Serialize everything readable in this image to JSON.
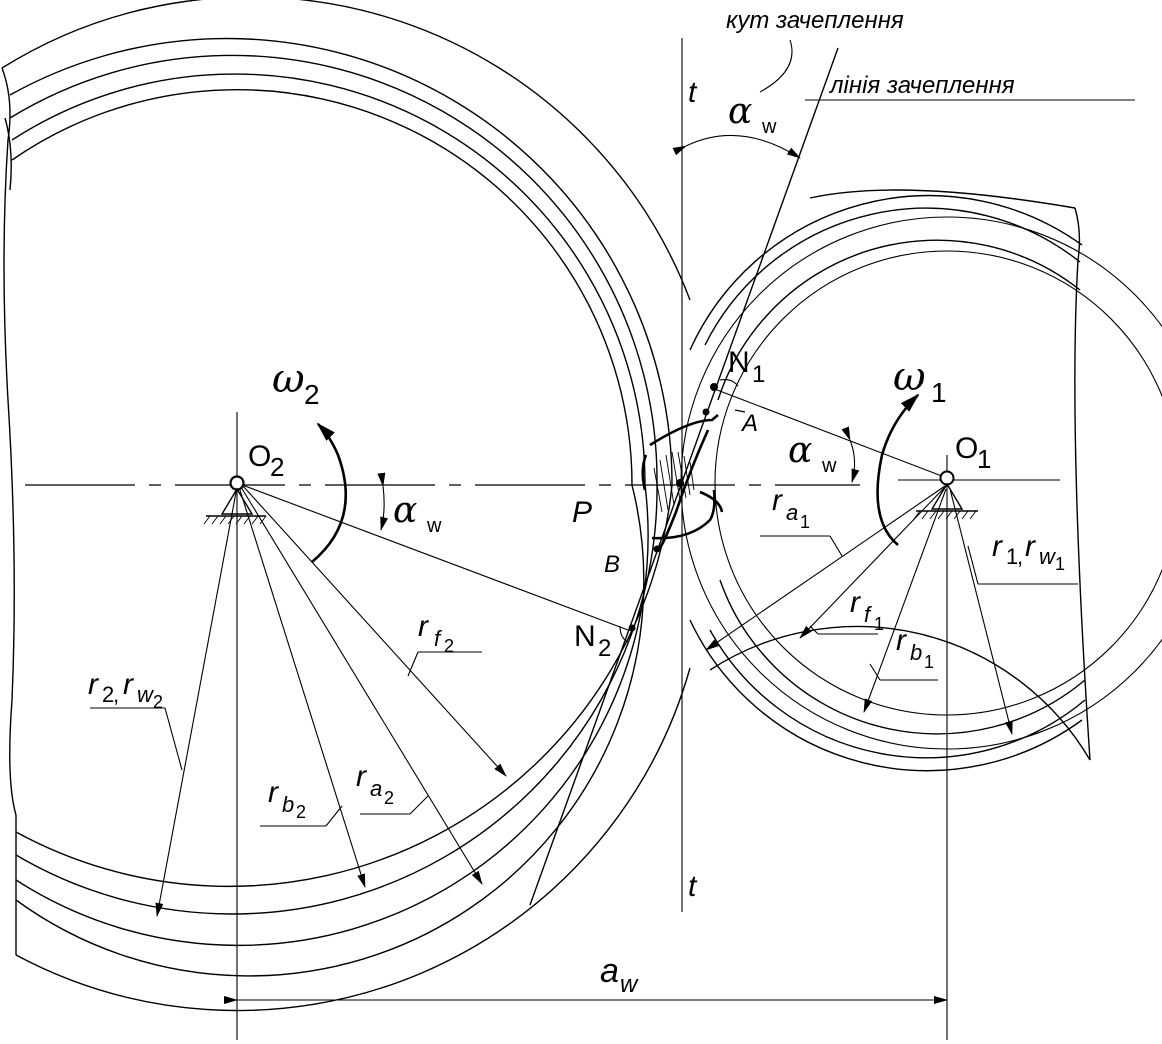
{
  "labels": {
    "engagement_angle": "кут зачеплення",
    "line_of_action": "лінія зачеплення",
    "t_top": "t",
    "t_bottom": "t",
    "alpha": "α",
    "w_sub": "w",
    "omega": "ω",
    "one": "1",
    "two": "2",
    "O": "O",
    "N": "N",
    "A": "A",
    "B": "B",
    "P": "P",
    "r": "r",
    "a": "a",
    "f": "f",
    "b": "b",
    "comma": ","
  }
}
